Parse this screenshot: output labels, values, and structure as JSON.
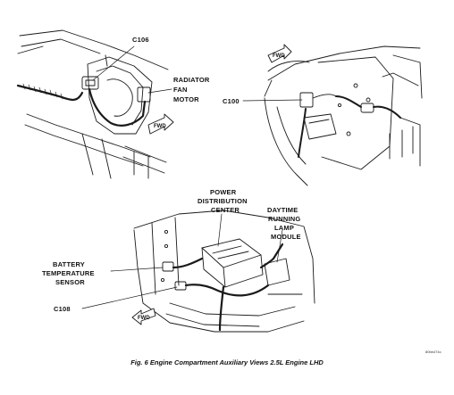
{
  "view_top_left": {
    "connector_label": "C106",
    "component_label": [
      "RADIATOR",
      "FAN",
      "MOTOR"
    ],
    "direction_label": "FWD"
  },
  "view_top_right": {
    "connector_label": "C100",
    "direction_label": "FWD"
  },
  "view_bottom": {
    "pdc_label": [
      "POWER",
      "DISTRIBUTION",
      "CENTER"
    ],
    "drl_label": [
      "DAYTIME",
      "RUNNING",
      "LAMP",
      "MODULE"
    ],
    "sensor_label": [
      "BATTERY",
      "TEMPERATURE",
      "SENSOR"
    ],
    "connector_label": "C108",
    "direction_label": "FWD"
  },
  "caption": "Fig. 6 Engine Compartment Auxiliary Views 2.5L Engine LHD",
  "figure_id": "80bb474c"
}
